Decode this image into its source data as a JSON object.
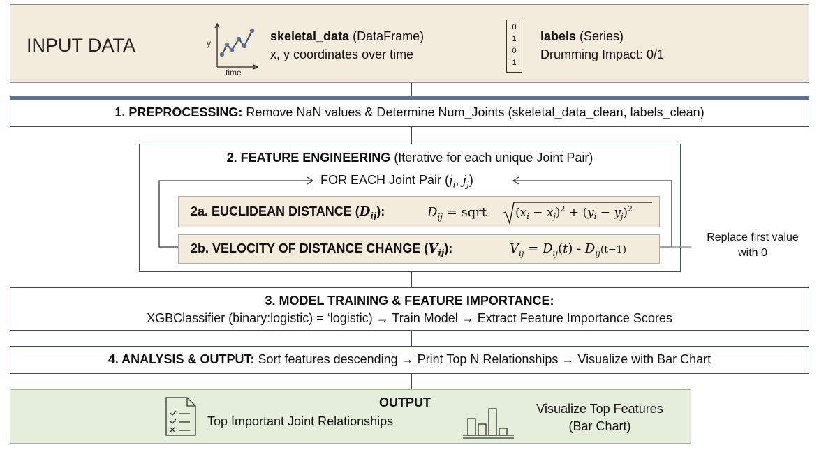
{
  "input": {
    "title": "INPUT DATA",
    "chart_y": "y",
    "chart_x": "time",
    "skeletal_name": "skeletal_data",
    "skeletal_type": " (DataFrame)",
    "skeletal_desc": "x, y coordinates over time",
    "binary_values": [
      "0",
      "1",
      "0",
      "1"
    ],
    "labels_name": "labels",
    "labels_type": " (Series)",
    "labels_desc": "Drumming Impact: 0/1"
  },
  "step1": {
    "title": "1. PREPROCESSING:",
    "desc": " Remove NaN values & Determine Num_Joints (skeletal_data_clean, labels_clean)"
  },
  "step2": {
    "title": "2. FEATURE ENGINEERING",
    "subtitle": " (Iterative for each unique Joint Pair)",
    "loop_text": "FOR EACH Joint Pair (",
    "loop_math": "j",
    "loop_sub_i": "i",
    "loop_sub_j": "j",
    "step2a_title": "2a. EUCLIDEAN DISTANCE (",
    "step2a_symbol": "D",
    "step2a_sub": "ij",
    "step2a_close": "):",
    "step2a_formula": "D_ij = sqrt√((x_i − x_j)² + (y_i − y_j)²)",
    "step2b_title": "2b. VELOCITY OF DISTANCE CHANGE (",
    "step2b_symbol": "V",
    "step2b_sub": "ij",
    "step2b_close": "):",
    "step2b_formula": "V_ij = D_ij(t) - D_ij(t−1)",
    "note_line1": "Replace first value",
    "note_line2": "with 0"
  },
  "step3": {
    "title": "3. MODEL TRAINING & FEATURE IMPORTANCE:",
    "desc": "XGBClassifier (binary:logistic) = ‘logistic) → Train Model → Extract Feature Importance Scores"
  },
  "step4": {
    "title": "4. ANALYSIS & OUTPUT:",
    "desc": " Sort features descending → Print Top N Relationships → Visualize with Bar Chart"
  },
  "output": {
    "title": "OUTPUT",
    "left_text": "Top Important Joint Relationships",
    "right_line1": "Visualize Top Features",
    "right_line2": "(Bar Chart)"
  },
  "colors": {
    "input_bg": "#f3ecdc",
    "output_bg": "#e4eedb",
    "sub_bg": "#f3ecdc",
    "border": "#3d4d63",
    "header_bar": "#5d7391"
  }
}
